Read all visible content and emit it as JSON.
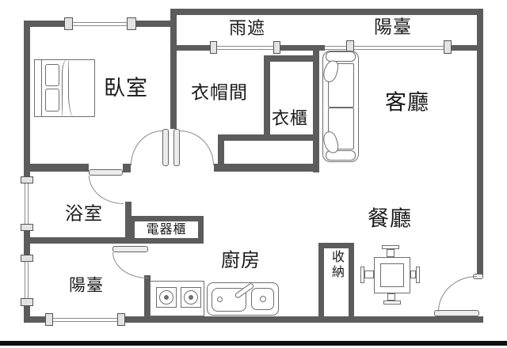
{
  "figure": {
    "type": "floor-plan",
    "style": "architectural top-down apartment plan, grey walls on white"
  },
  "rooms": {
    "canopy": {
      "label": "雨遮"
    },
    "balcony_top": {
      "label": "陽臺"
    },
    "bedroom": {
      "label": "臥室"
    },
    "walk_in_closet": {
      "label": "衣帽間"
    },
    "wardrobe": {
      "label": "衣櫃"
    },
    "living_room": {
      "label": "客廳"
    },
    "bathroom": {
      "label": "浴室"
    },
    "appliance_cabinet": {
      "label": "電器櫃"
    },
    "balcony_bottom": {
      "label": "陽臺"
    },
    "kitchen": {
      "label": "廚房"
    },
    "storage": {
      "label": "收納"
    },
    "dining_room": {
      "label": "餐廳"
    }
  },
  "furniture": [
    "double-bed",
    "two-seat-sofa",
    "dining-table-with-four-chairs",
    "two-burner-gas-stove",
    "double-basin-sink"
  ],
  "palette": {
    "wall": "#5c5c5c",
    "furniture_line": "#6e6e6e",
    "window_fill": "#e3e3e3",
    "text": "#1a1a1a",
    "background": "#ffffff",
    "bottom_bar": "#0f0f0f"
  }
}
